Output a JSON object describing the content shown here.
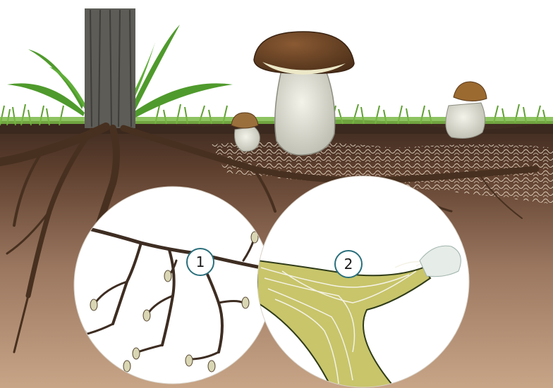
{
  "illustration": {
    "colors": {
      "sky": "#ffffff",
      "grass": "#6fae3a",
      "fern": "#4f9a2c",
      "soil_top": "#5a3a2a",
      "soil_mid": "#7a5a48",
      "soil_deep": "#c39c7f",
      "root": "#4a3328",
      "trunk": "#5b5a55",
      "cap": "#6b4526",
      "stem": "#dcdcd0",
      "mycelium": "#eadfcf",
      "magnifier_bg": "#ffffff",
      "root_tissue": "#c9c46f",
      "hypha": "#f4f2e6",
      "badge_ring": "#2a6f7c"
    }
  },
  "callouts": [
    {
      "label": "1",
      "icon": "rootlets-magnified"
    },
    {
      "label": "2",
      "icon": "mycorrhiza-magnified"
    }
  ]
}
